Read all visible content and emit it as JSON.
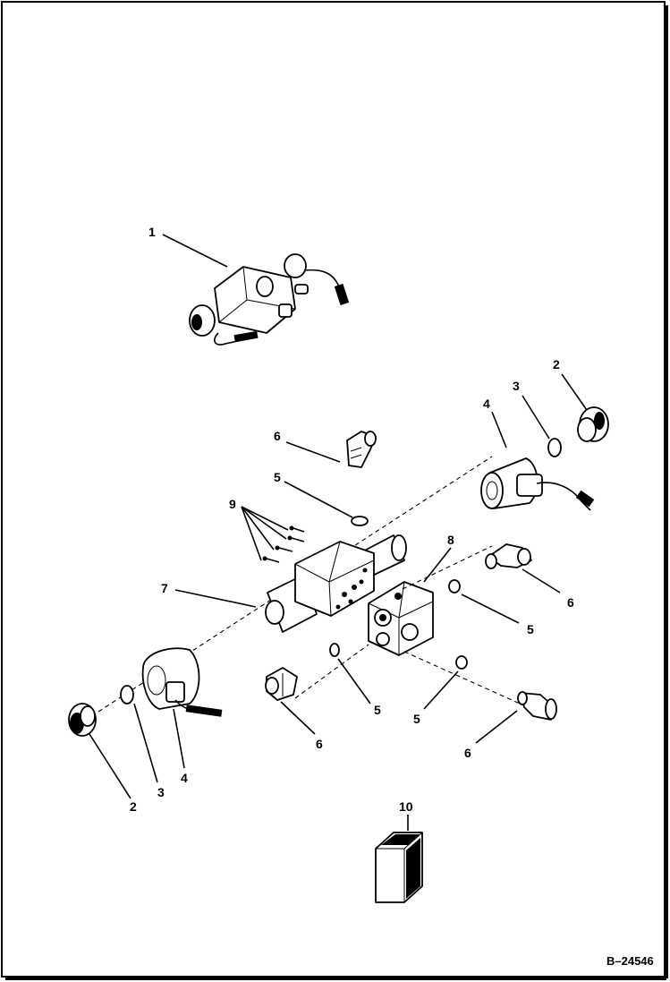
{
  "drawing_number": "B–24546",
  "callouts": {
    "c1": "1",
    "c2a": "2",
    "c2b": "2",
    "c3a": "3",
    "c3b": "3",
    "c4a": "4",
    "c4b": "4",
    "c5a": "5",
    "c5b": "5",
    "c5c": "5",
    "c5d": "5",
    "c6a": "6",
    "c6b": "6",
    "c6c": "6",
    "c6d": "6",
    "c7": "7",
    "c8": "8",
    "c9": "9",
    "c10": "10"
  }
}
